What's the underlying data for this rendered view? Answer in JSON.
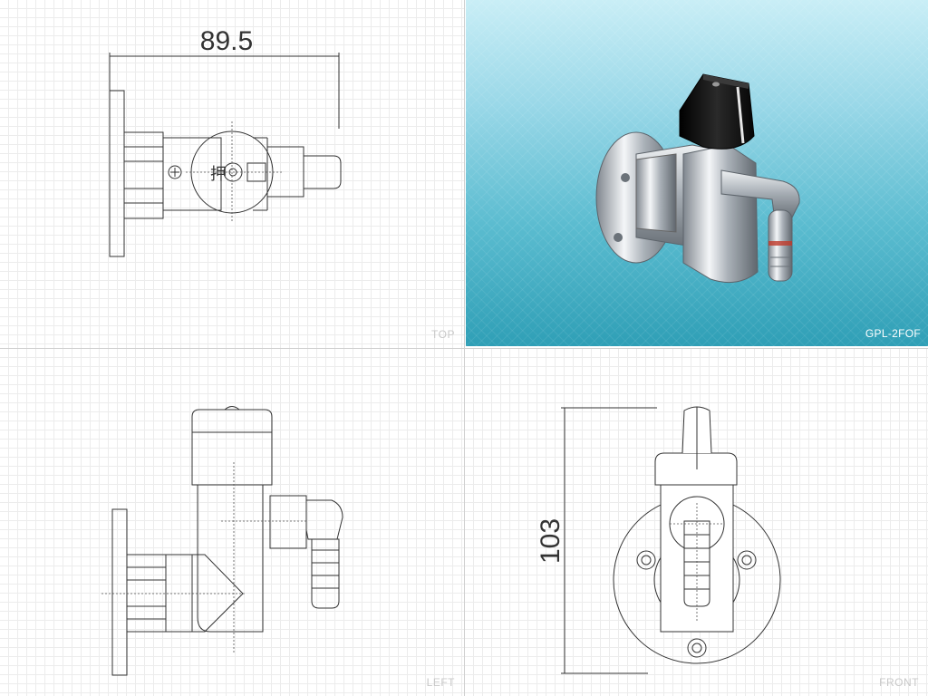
{
  "views": {
    "top": {
      "label": "TOP",
      "dimension": "89.5",
      "marking": "押"
    },
    "photo": {
      "model": "GPL-2FOF"
    },
    "left": {
      "label": "LEFT"
    },
    "front": {
      "label": "FRONT",
      "dimension": "103"
    }
  },
  "colors": {
    "line": "#333333",
    "grid": "#ececec",
    "photo_bg_top": "#c9eef6",
    "photo_bg_bottom": "#2f9fb6",
    "knob": "#111111",
    "chrome": "#c7ccd2"
  }
}
